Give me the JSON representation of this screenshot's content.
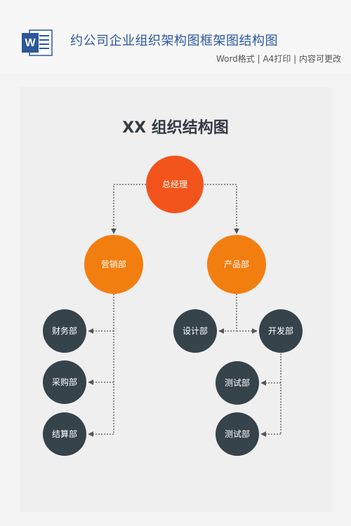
{
  "header": {
    "title": "约公司企业组织架构图框架图结构图",
    "subtitle": "Word格式 | A4打印 | 内容可更改",
    "icon": "word-document-icon",
    "icon_letter": "W"
  },
  "chart": {
    "title": "XX 组织结构图",
    "nodes": {
      "ceo": "总经理",
      "marketing": "营销部",
      "product": "产品部",
      "finance": "财务部",
      "purchasing": "采购部",
      "settlement": "结算部",
      "design": "设计部",
      "development": "开发部",
      "testing_1": "测试部",
      "testing_2": "测试部"
    }
  },
  "colors": {
    "ceo": "#f2541b",
    "department": "#f27e0f",
    "sub_department": "#36434b",
    "connector": "#555555",
    "title_text": "#2c58a0",
    "word_blue": "#2b579a"
  }
}
